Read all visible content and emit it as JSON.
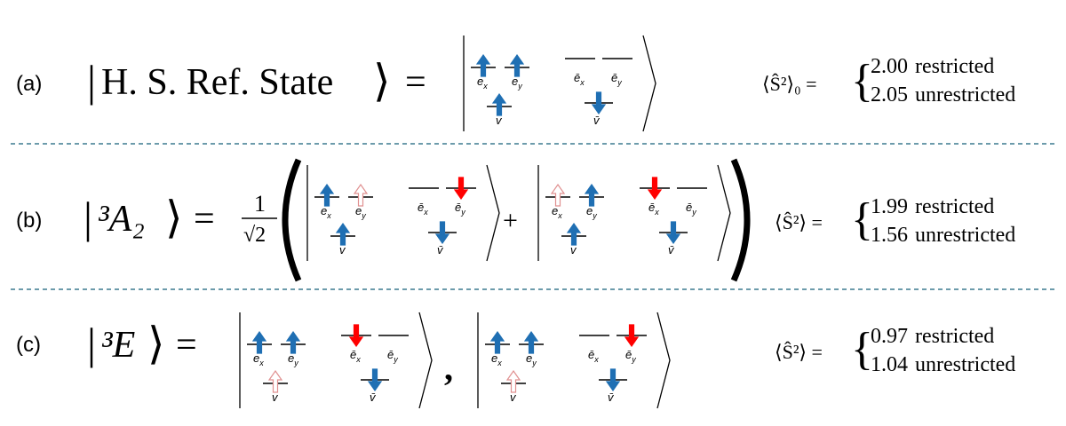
{
  "colors": {
    "arrow_blue": "#1f6fb3",
    "arrow_red": "#ff0000",
    "arrow_hollow_stroke": "#e09090",
    "divider": "#3b7a8f",
    "ink": "#000000"
  },
  "rows": [
    {
      "label": "(a)",
      "lhs_open": "|",
      "lhs_text": "H. S. Ref. State",
      "lhs_close": "⟩",
      "equals": "=",
      "kets": [
        {
          "ex": "up",
          "ey": "up",
          "v": "up",
          "bex": "none",
          "bey": "none",
          "bv": "down"
        }
      ],
      "s2_label": "⟨Ŝ²⟩₀ =",
      "s2": [
        {
          "value": "2.00",
          "kind": "restricted"
        },
        {
          "value": "2.05",
          "kind": "unrestricted"
        }
      ]
    },
    {
      "label": "(b)",
      "lhs_open": "|",
      "lhs_text": "³A₂",
      "lhs_close": "⟩",
      "equals": "=",
      "prefactor_num": "1",
      "prefactor_den": "√2",
      "plus": "+",
      "kets": [
        {
          "ex": "up",
          "ey": "up-hollow",
          "v": "up",
          "bex": "none",
          "bey": "down-red",
          "bv": "down"
        },
        {
          "ex": "up-hollow",
          "ey": "up",
          "v": "up",
          "bex": "down-red",
          "bey": "none",
          "bv": "down"
        }
      ],
      "s2_label": "⟨Ŝ²⟩ =",
      "s2": [
        {
          "value": "1.99",
          "kind": "restricted"
        },
        {
          "value": "1.56",
          "kind": "unrestricted"
        }
      ]
    },
    {
      "label": "(c)",
      "lhs_open": "|",
      "lhs_text": "³E",
      "lhs_close": "⟩",
      "equals": "=",
      "comma": ",",
      "kets": [
        {
          "ex": "up",
          "ey": "up",
          "v": "up-hollow",
          "bex": "down-red",
          "bey": "none",
          "bv": "down"
        },
        {
          "ex": "up",
          "ey": "up",
          "v": "up-hollow",
          "bex": "none",
          "bey": "down-red",
          "bv": "down"
        }
      ],
      "s2_label": "⟨Ŝ²⟩ =",
      "s2": [
        {
          "value": "0.97",
          "kind": "restricted"
        },
        {
          "value": "1.04",
          "kind": "unrestricted"
        }
      ]
    }
  ],
  "orbital_labels": {
    "ex": "e",
    "ex_sub": "x",
    "ey": "e",
    "ey_sub": "y",
    "v": "v",
    "bex": "ē",
    "bex_sub": "x",
    "bey": "ē",
    "bey_sub": "y",
    "bv": "v̄"
  }
}
